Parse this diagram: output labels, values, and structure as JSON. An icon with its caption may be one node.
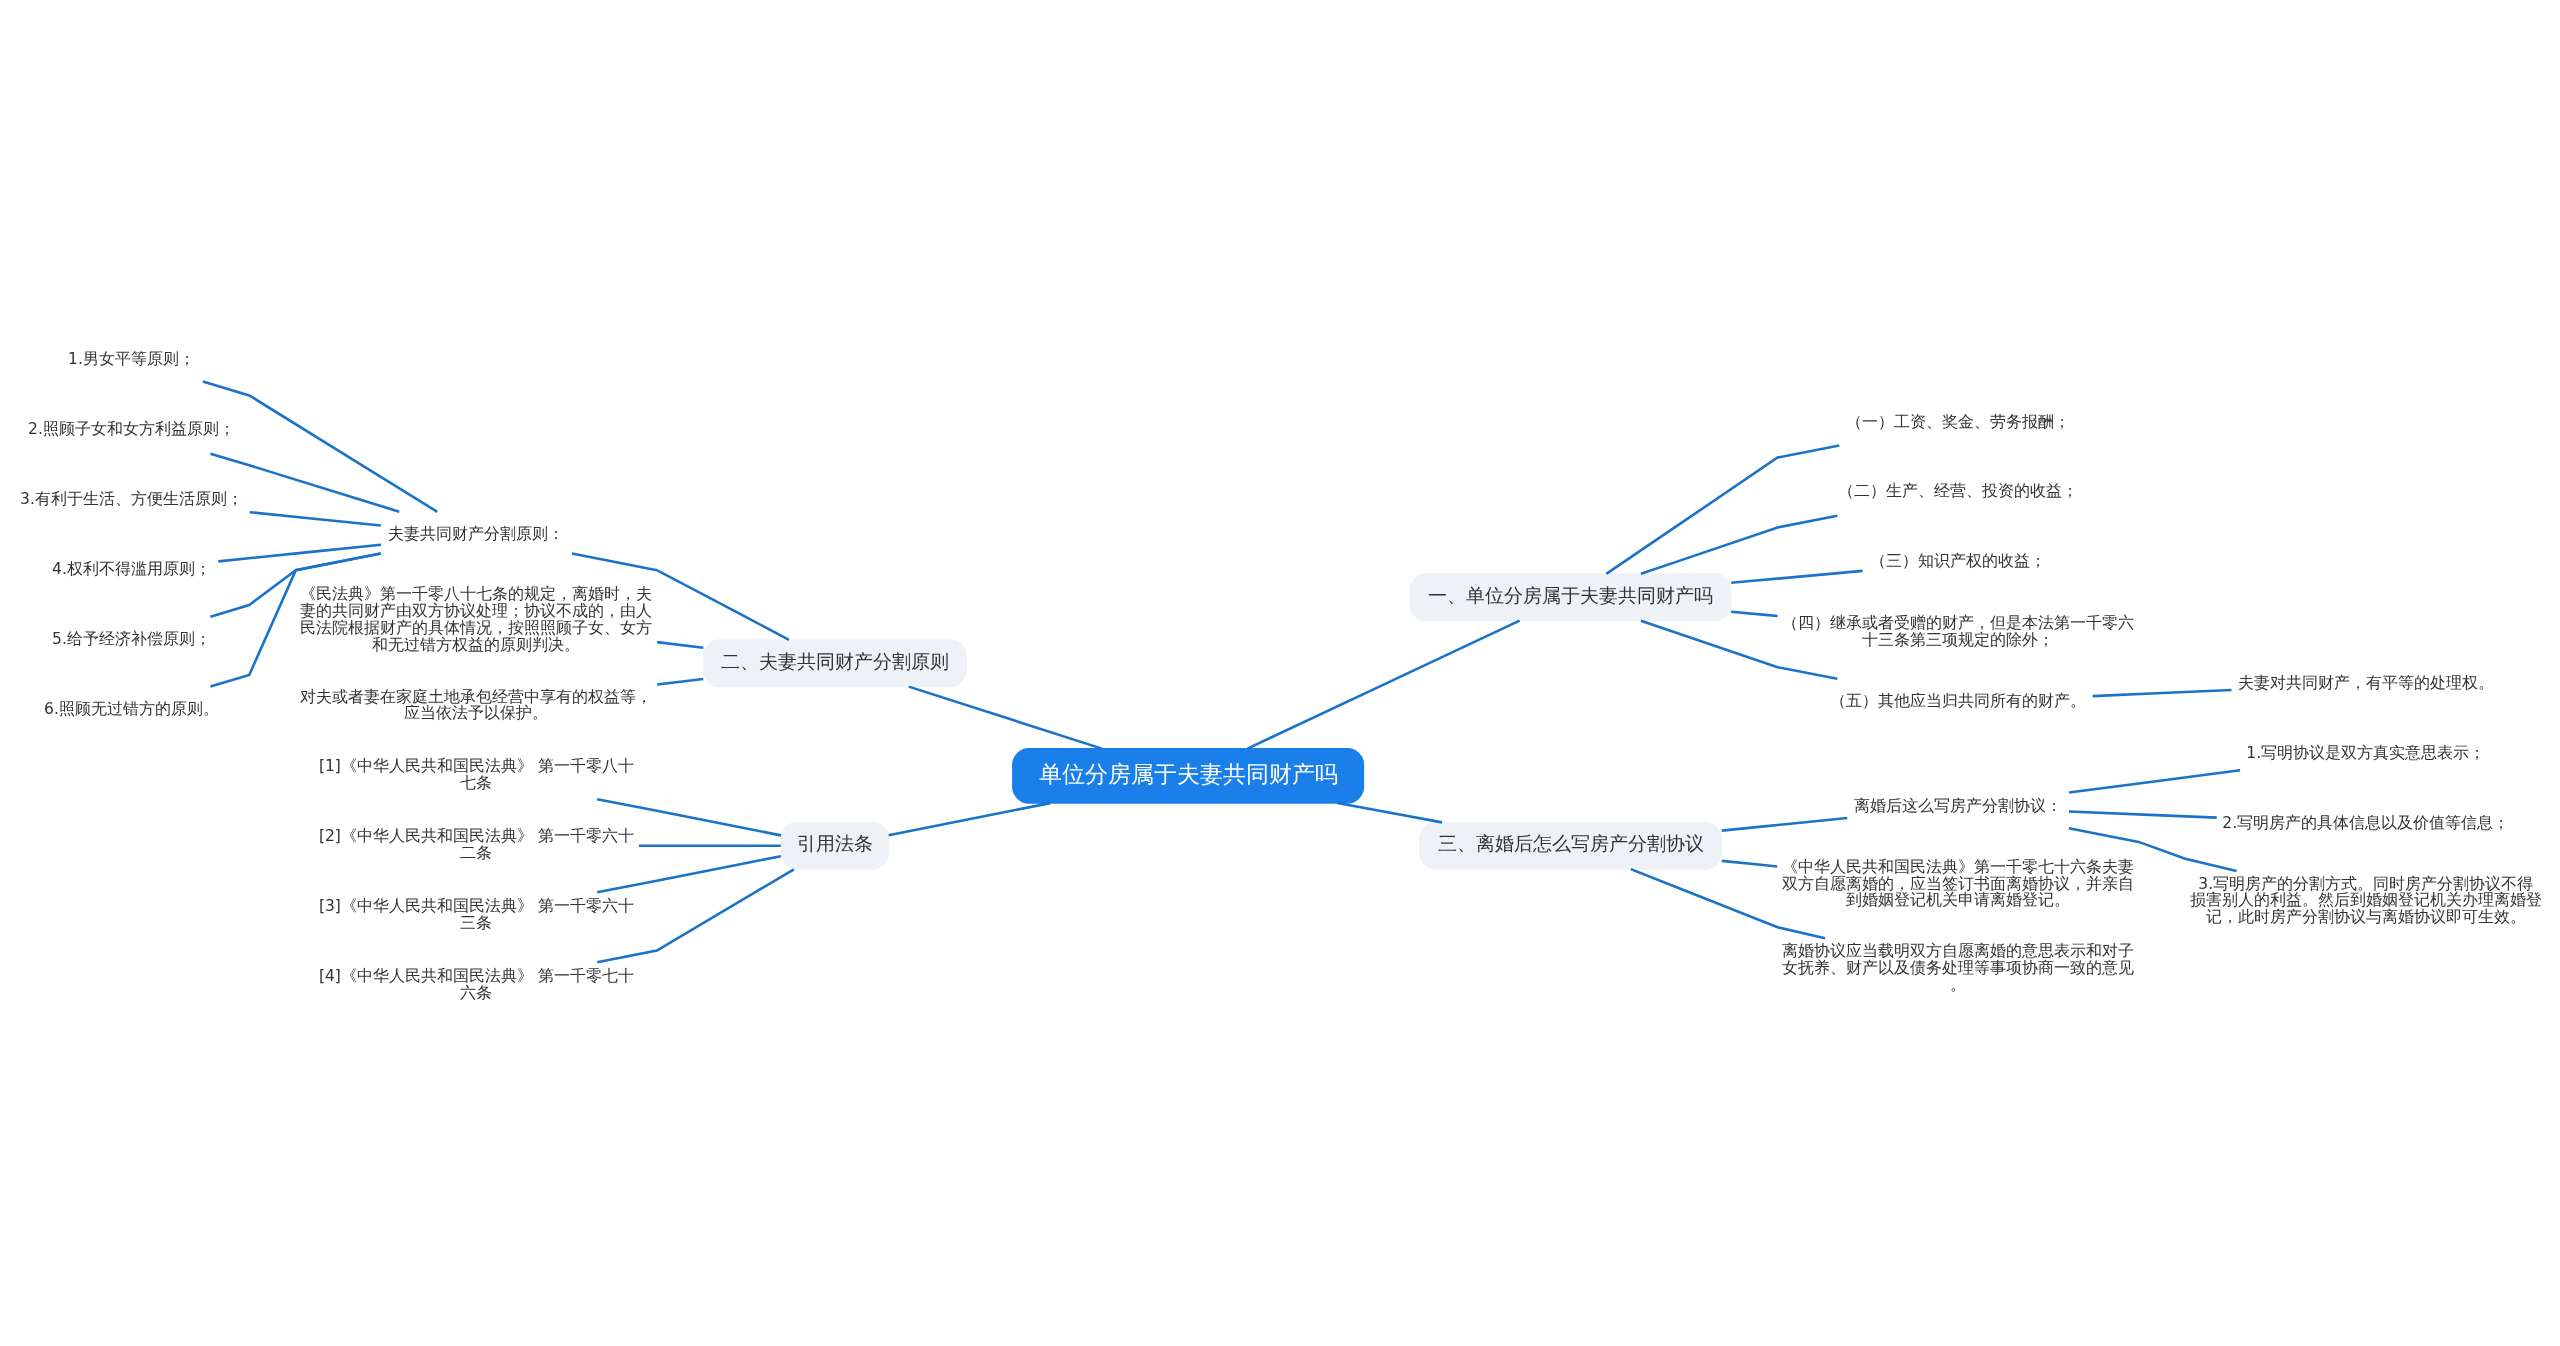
{
  "diagram": {
    "nodes": [
      {
        "text": [
          "单位分房属于夫妻共同财产吗"
        ]
      },
      {
        "text": [
          "一、单位分房属于夫妻共同财产吗"
        ]
      },
      {
        "text": [
          "（一）工资、奖金、劳务报酬；"
        ]
      },
      {
        "text": [
          "（二）生产、经营、投资的收益；"
        ]
      },
      {
        "text": [
          "（三）知识产权的收益；"
        ]
      },
      {
        "text": [
          "（四）继承或者受赠的财产，但是本法第一千零六十三条第三项规定的除外；"
        ]
      },
      {
        "text": [
          "（五）其他应当归共同所有的财产。"
        ]
      },
      {
        "text": [
          "夫妻对共同财产，有平等的处理权。"
        ]
      },
      {
        "text": [
          "三、离婚后怎么写房产分割协议"
        ]
      },
      {
        "text": [
          "离婚后这么写房产分割协议："
        ]
      },
      {
        "text": [
          "1.写明协议是双方真实意思表示；"
        ]
      },
      {
        "text": [
          "2.写明房产的具体信息以及价值等信息；"
        ]
      },
      {
        "text": [
          "3.写明房产的分割方式。同时房产分割协议不得损害别人的利益。然后到婚姻登记机关办理离婚登记，此时房产分割协议与离婚协议即可生效。"
        ]
      },
      {
        "text": [
          "《中华人民共和国民法典》第一千零七十六条夫妻双方自愿离婚的，应当签订书面离婚协议，并亲自到婚姻登记机关申请离婚登记。"
        ]
      },
      {
        "text": [
          "离婚协议应当载明双方自愿离婚的意思表示和对子女抚养、财产以及债务处理等事项协商一致的意见。"
        ]
      },
      {
        "text": [
          "二、夫妻共同财产分割原则"
        ]
      },
      {
        "text": [
          "夫妻共同财产分割原则："
        ]
      },
      {
        "text": [
          "1.男女平等原则；"
        ]
      },
      {
        "text": [
          "2.照顾子女和女方利益原则；"
        ]
      },
      {
        "text": [
          "3.有利于生活、方便生活原则；"
        ]
      },
      {
        "text": [
          "4.权利不得滥用原则；"
        ]
      },
      {
        "text": [
          "5.给予经济补偿原则；"
        ]
      },
      {
        "text": [
          "6.照顾无过错方的原则。"
        ]
      },
      {
        "text": [
          "《民法典》第一千零八十七条的规定，离婚时，夫妻的共同财产由双方协议处理；协议不成的，由人民法院根据财产的具体情况，按照照顾子女、女方和无过错方权益的原则判决。"
        ]
      },
      {
        "text": [
          "对夫或者妻在家庭土地承包经营中享有的权益等，应当依法予以保护。"
        ]
      },
      {
        "text": [
          "引用法条"
        ]
      },
      {
        "text": [
          "[1]《中华人民共和国民法典》 第一千零八十七条"
        ]
      },
      {
        "text": [
          "[2]《中华人民共和国民法典》 第一千零六十二条"
        ]
      },
      {
        "text": [
          "[3]《中华人民共和国民法典》 第一千零六十三条"
        ]
      },
      {
        "text": [
          "[4]《中华人民共和国民法典》 第一千零七十六条"
        ]
      }
    ],
    "edges": [
      {
        "from": 0,
        "to": 1,
        "arrow": "none"
      },
      {
        "from": 1,
        "to": 2,
        "arrow": "none"
      },
      {
        "from": 1,
        "to": 3,
        "arrow": "none"
      },
      {
        "from": 1,
        "to": 4,
        "arrow": "none"
      },
      {
        "from": 1,
        "to": 5,
        "arrow": "none"
      },
      {
        "from": 1,
        "to": 6,
        "arrow": "none"
      },
      {
        "from": 6,
        "to": 7,
        "arrow": "none"
      },
      {
        "from": 0,
        "to": 8,
        "arrow": "none"
      },
      {
        "from": 8,
        "to": 9,
        "arrow": "none"
      },
      {
        "from": 9,
        "to": 10,
        "arrow": "none"
      },
      {
        "from": 9,
        "to": 11,
        "arrow": "none"
      },
      {
        "from": 9,
        "to": 12,
        "arrow": "none"
      },
      {
        "from": 8,
        "to": 13,
        "arrow": "none"
      },
      {
        "from": 8,
        "to": 14,
        "arrow": "none"
      },
      {
        "from": 0,
        "to": 15,
        "arrow": "none"
      },
      {
        "from": 15,
        "to": 16,
        "arrow": "none"
      },
      {
        "from": 16,
        "to": 17,
        "arrow": "none"
      },
      {
        "from": 16,
        "to": 18,
        "arrow": "none"
      },
      {
        "from": 16,
        "to": 19,
        "arrow": "none"
      },
      {
        "from": 16,
        "to": 20,
        "arrow": "none"
      },
      {
        "from": 16,
        "to": 21,
        "arrow": "none"
      },
      {
        "from": 16,
        "to": 22,
        "arrow": "none"
      },
      {
        "from": 15,
        "to": 23,
        "arrow": "none"
      },
      {
        "from": 15,
        "to": 24,
        "arrow": "none"
      },
      {
        "from": 0,
        "to": 25,
        "arrow": "none"
      },
      {
        "from": 25,
        "to": 26,
        "arrow": "none"
      },
      {
        "from": 25,
        "to": 27,
        "arrow": "none"
      },
      {
        "from": 25,
        "to": 28,
        "arrow": "none"
      },
      {
        "from": 25,
        "to": 29,
        "arrow": "none"
      }
    ]
  }
}
